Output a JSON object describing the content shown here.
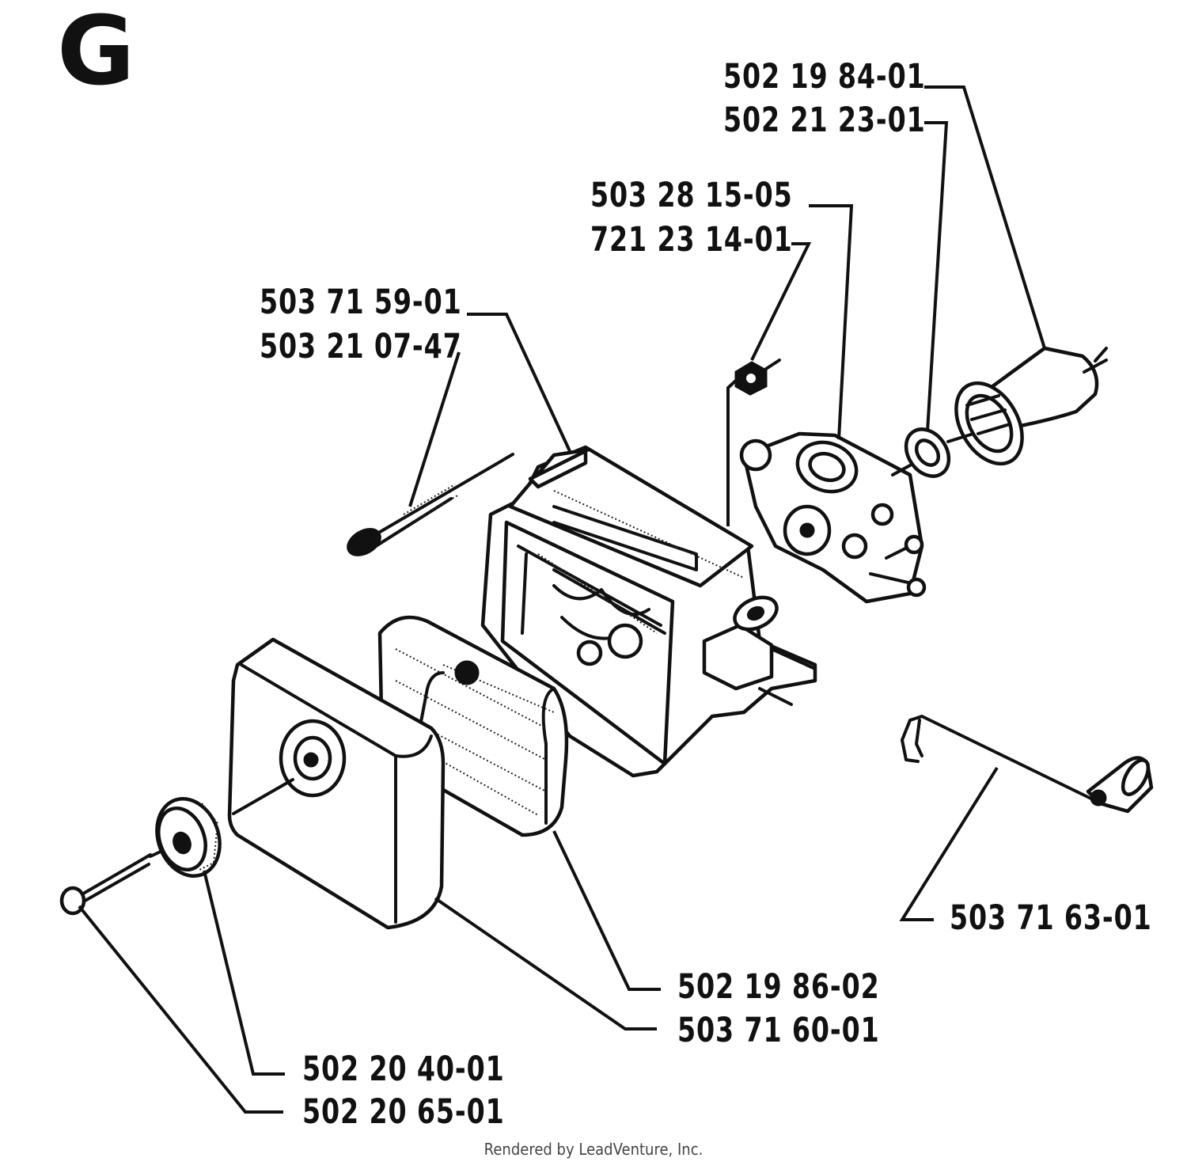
{
  "diagram": {
    "section_letter": "G",
    "credit": "Rendered by LeadVenture, Inc.",
    "part_numbers": {
      "housing_top_screw": "502 19 84-01",
      "housing_top_seal": "502 21 23-01",
      "carb_main": "503 28 15-05",
      "carb_nut": "721 23 14-01",
      "airbox_main": "503 71 59-01",
      "airbox_screw": "503 21 07-47",
      "choke_link": "503 71 63-01",
      "filter_element": "502 19 86-02",
      "filter_cover": "503 71 60-01",
      "cover_knob": "502 20 40-01",
      "cover_screw": "502 20 65-01"
    }
  }
}
